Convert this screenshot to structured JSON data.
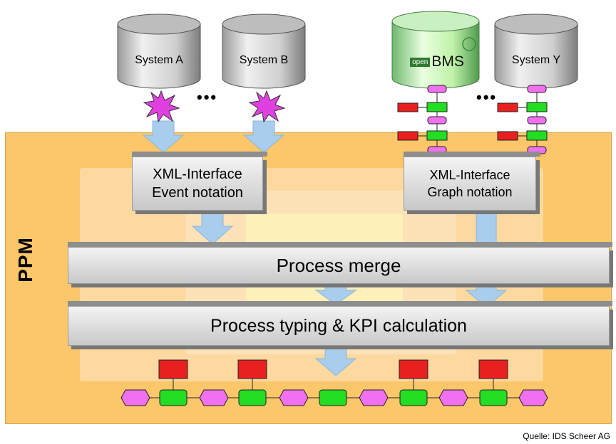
{
  "sources": {
    "system_a": "System A",
    "system_b": "System B",
    "openbms_prefix": "open",
    "openbms_name": "BMS",
    "system_y": "System Y",
    "ellipsis_left": "•••",
    "ellipsis_right": "•••"
  },
  "interfaces": {
    "event": {
      "line1": "XML-Interface",
      "line2": "Event notation"
    },
    "graph": {
      "line1": "XML-Interface",
      "line2": "Graph notation"
    }
  },
  "processing": {
    "frame_label": "PPM",
    "merge": "Process merge",
    "typing": "Process typing & KPI calculation"
  },
  "credit": "Quelle: IDS Scheer AG",
  "colors": {
    "frame": "#fcc76a",
    "arrow": "#a9cdec",
    "event_node": "#f070f0",
    "function_node": "#22dd22",
    "org_unit": "#e82020",
    "openbms_disk": "#bff2a8",
    "star": "#e040e0"
  }
}
